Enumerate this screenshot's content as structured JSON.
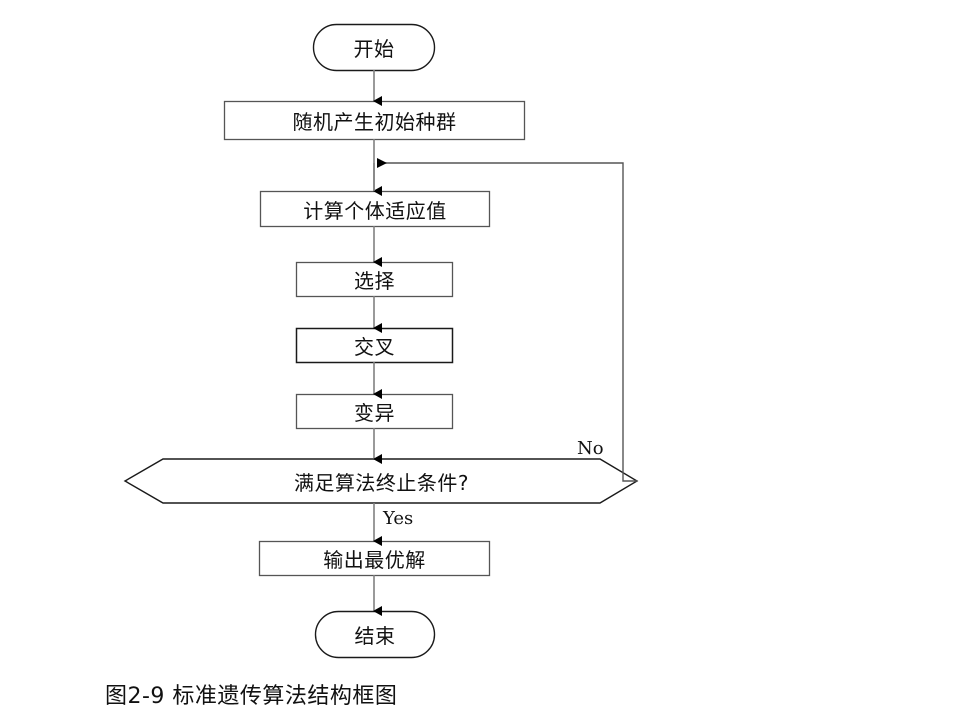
{
  "figure": {
    "caption": "图2-9  标准遗传算法结构框图",
    "background_color": "#ffffff",
    "shape_stroke_color": "#1a1a1a",
    "connector_color": "#808080",
    "arrowhead_color": "#000000",
    "text_color": "#111111"
  },
  "nodes": {
    "start": {
      "label": "开始",
      "shape": "terminator"
    },
    "init_population": {
      "label": "随机产生初始种群",
      "shape": "process"
    },
    "fitness": {
      "label": "计算个体适应值",
      "shape": "process"
    },
    "selection": {
      "label": "选择",
      "shape": "process"
    },
    "crossover": {
      "label": "交叉",
      "shape": "process"
    },
    "mutation": {
      "label": "变异",
      "shape": "process"
    },
    "decision": {
      "label": "满足算法终止条件?",
      "shape": "hexagon-decision"
    },
    "output_best": {
      "label": "输出最优解",
      "shape": "process"
    },
    "end": {
      "label": "结束",
      "shape": "terminator"
    }
  },
  "edge_labels": {
    "no": "No",
    "yes": "Yes"
  }
}
